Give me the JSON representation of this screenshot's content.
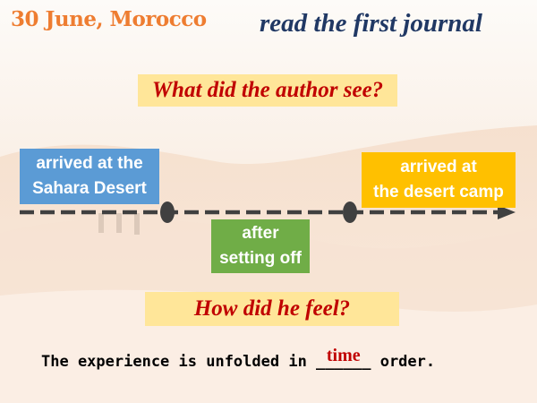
{
  "header": {
    "date_title": "30 June, Morocco",
    "subtitle": "read the first journal"
  },
  "questions": {
    "see": "What did the author see?",
    "feel": "How did he feel?"
  },
  "stages": [
    {
      "line1": "arrived at the",
      "line2": "Sahara Desert"
    },
    {
      "line1": "after",
      "line2": "setting off"
    },
    {
      "line1": "arrived at",
      "line2": "the desert camp"
    }
  ],
  "sentence": {
    "before": "The experience is unfolded in ",
    "blank": "______",
    "answer": "time",
    "after": " order."
  },
  "colors": {
    "date_title": "#ee7d31",
    "subtitle": "#203864",
    "question_bg": "#ffe699",
    "question_text": "#c00000",
    "stage_blue": "#5b9bd5",
    "stage_green": "#70ad47",
    "stage_orange": "#ffc000",
    "timeline": "#404040"
  }
}
